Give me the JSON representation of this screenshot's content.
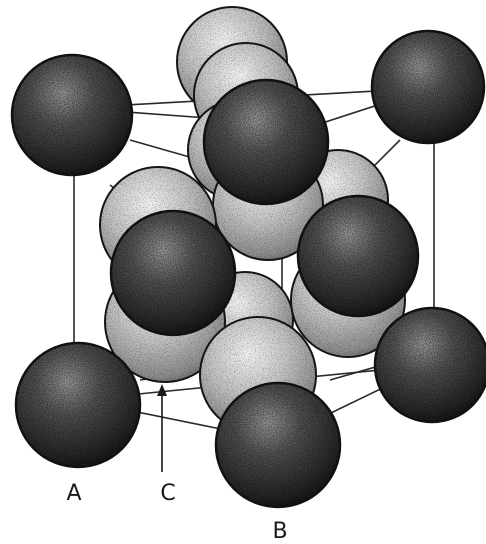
{
  "figure": {
    "labels": {
      "a": "A",
      "b": "B",
      "c": "C"
    },
    "colors": {
      "ink": "#151515",
      "dark_atom": "#2a2a2a",
      "light_atom": "#8c8c8c",
      "background": "#ffffff"
    }
  }
}
